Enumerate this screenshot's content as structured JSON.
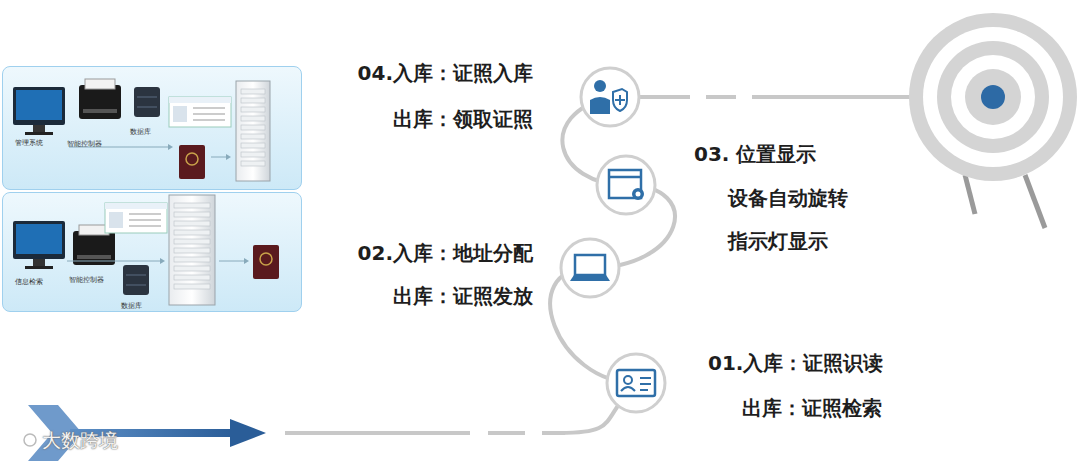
{
  "diagram": {
    "nodes": [
      {
        "text": [
          "管理系统",
          "智能控制器",
          "数据库"
        ]
      },
      {
        "text": [
          "信息检索",
          "智能控制器",
          "数据库"
        ]
      }
    ],
    "labels": [
      "04.入库：证照入库",
      "出库：领取证照",
      "03. 位置显示",
      "设备自动旋转",
      "指示灯显示",
      "02.入库：地址分配",
      "出库：证照发放",
      "01.入库：证照识读",
      "出库：证照检索",
      "大数跨境"
    ]
  }
}
